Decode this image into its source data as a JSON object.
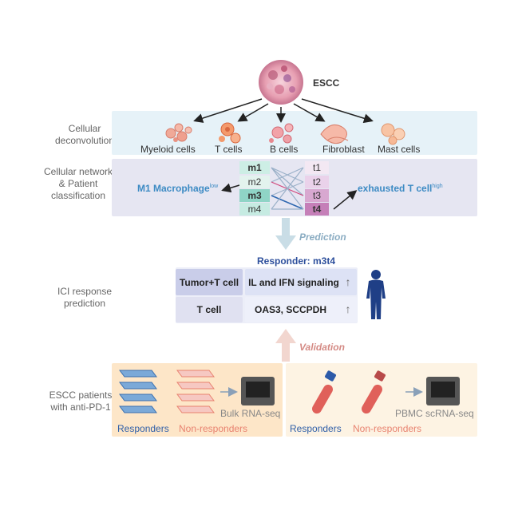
{
  "top": {
    "title": "ESCC"
  },
  "rows": {
    "deconvolution": "Cellular deconvolution",
    "network": "Cellular network & Patient classification",
    "ici": "ICI response prediction",
    "patients": "ESCC patients with anti-PD-1"
  },
  "cell_types": [
    "Myeloid cells",
    "T cells",
    "B cells",
    "Fibroblast",
    "Mast cells"
  ],
  "network": {
    "m_nodes": [
      "m1",
      "m2",
      "m3",
      "m4"
    ],
    "t_nodes": [
      "t1",
      "t2",
      "t3",
      "t4"
    ],
    "left_label": "M1 Macrophage",
    "left_sup": "low",
    "right_label": "exhausted T cell",
    "right_sup": "high"
  },
  "prediction_label": "Prediction",
  "responder_label": "Responder: m3t4",
  "table": {
    "rows": [
      {
        "name": "Tumor+T cell",
        "result": "IL and IFN signaling",
        "arrow": "↑"
      },
      {
        "name": "T cell",
        "result": "OAS3, SCCPDH",
        "arrow": "↑"
      }
    ]
  },
  "validation_label": "Validation",
  "bottom_left": {
    "responders": "Responders",
    "nonresponders": "Non-responders",
    "method": "Bulk RNA-seq"
  },
  "bottom_right": {
    "responders": "Responders",
    "nonresponders": "Non-responders",
    "method": "PBMC scRNA-seq"
  },
  "colors": {
    "band_blue": "#e6f2f8",
    "band_lavender": "#e6e6f2",
    "band_peach": "#fdf0dc",
    "blue_text": "#3d8bc4",
    "responder_blue": "#2f5fa8",
    "nonresponder_pink": "#e8826f",
    "prediction_arrow": "#c9dde6",
    "validation_arrow": "#f2d6cf"
  }
}
